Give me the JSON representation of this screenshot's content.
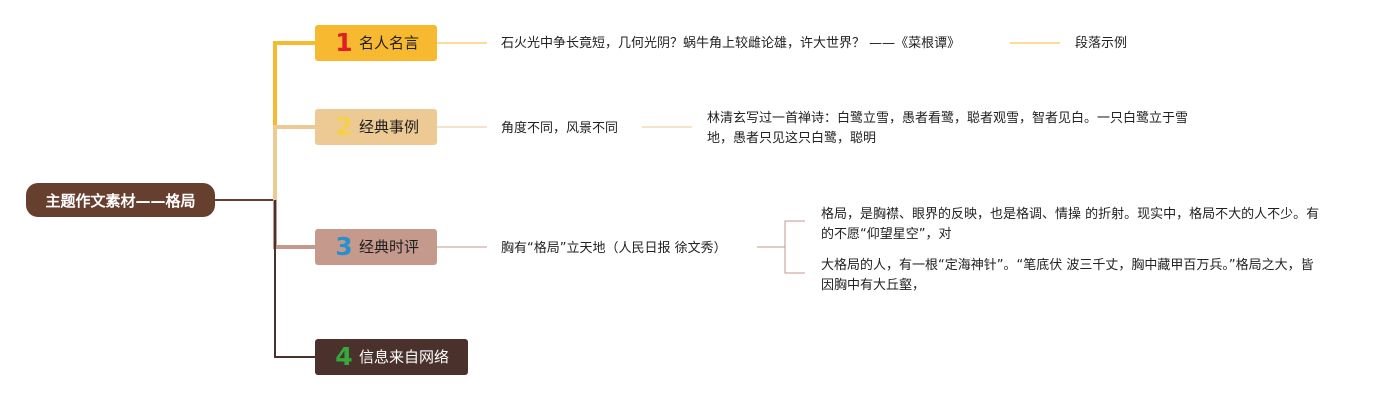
{
  "root": {
    "label": "主题作文素材——格局"
  },
  "branches": [
    {
      "num": "1",
      "label": "名人名言"
    },
    {
      "num": "2",
      "label": "经典事例"
    },
    {
      "num": "3",
      "label": "经典时评"
    },
    {
      "num": "4",
      "label": "信息来自网络"
    }
  ],
  "quote": {
    "text": "石火光中争长竟短，几何光阴？蜗牛角上较雌论雄，许大世界？ ——《菜根谭》",
    "note": "段落示例"
  },
  "example": {
    "title": "角度不同，风景不同",
    "detail": "林清玄写过一首禅诗：白鹭立雪，愚者看鹭，聪者观雪，智者见白。一只白鹭立于雪地，愚者只见这只白鹭，聪明"
  },
  "commentary": {
    "title": "胸有“格局”立天地（人民日报 徐文秀）",
    "points": [
      "格局，是胸襟、眼界的反映，也是格调、情操 的折射。现实中，格局不大的人不少。有的不愿“仰望星空”，对",
      "大格局的人，有一根“定海神针”。“笔底伏 波三千丈，胸中藏甲百万兵。”格局之大，皆 因胸中有大丘壑，"
    ]
  },
  "colors": {
    "root": "#673f2f",
    "branch1": "#f7b92f",
    "branch2": "#edc994",
    "branch3": "#c59a8c",
    "branch4": "#4a312b"
  }
}
